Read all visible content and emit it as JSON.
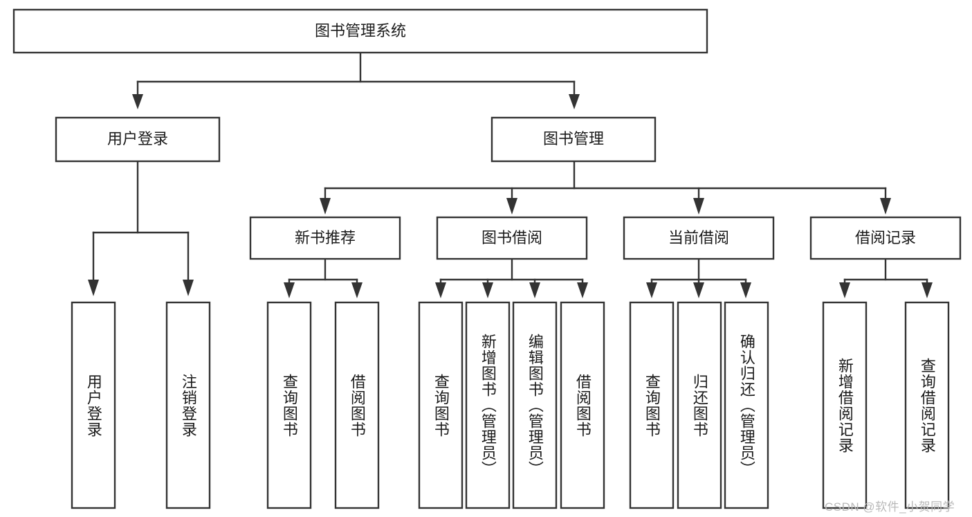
{
  "diagram": {
    "title_node": {
      "label": "图书管理系统"
    },
    "level2": [
      {
        "id": "user-login",
        "label": "用户登录"
      },
      {
        "id": "book-management",
        "label": "图书管理"
      }
    ],
    "level3": [
      {
        "id": "new-book-recommend",
        "label": "新书推荐"
      },
      {
        "id": "book-borrow",
        "label": "图书借阅"
      },
      {
        "id": "current-borrow",
        "label": "当前借阅"
      },
      {
        "id": "borrow-record",
        "label": "借阅记录"
      }
    ],
    "leaves": [
      {
        "id": "leaf-user-login",
        "label": "用户登录",
        "parent": "user-login"
      },
      {
        "id": "leaf-logout-login",
        "label": "注销登录",
        "parent": "user-login"
      },
      {
        "id": "leaf-query-book-1",
        "label": "查询图书",
        "parent": "new-book-recommend"
      },
      {
        "id": "leaf-borrow-book-1",
        "label": "借阅图书",
        "parent": "new-book-recommend"
      },
      {
        "id": "leaf-query-book-2",
        "label": "查询图书",
        "parent": "book-borrow"
      },
      {
        "id": "leaf-add-book",
        "label": "新增图书（管理员）",
        "parent": "book-borrow"
      },
      {
        "id": "leaf-edit-book",
        "label": "编辑图书（管理员）",
        "parent": "book-borrow"
      },
      {
        "id": "leaf-borrow-book-2",
        "label": "借阅图书",
        "parent": "book-borrow"
      },
      {
        "id": "leaf-query-book-3",
        "label": "查询图书",
        "parent": "current-borrow"
      },
      {
        "id": "leaf-return-book",
        "label": "归还图书",
        "parent": "current-borrow"
      },
      {
        "id": "leaf-confirm-return",
        "label": "确认归还（管理员）",
        "parent": "current-borrow"
      },
      {
        "id": "leaf-add-record",
        "label": "新增借阅记录",
        "parent": "borrow-record"
      },
      {
        "id": "leaf-query-record",
        "label": "查询借阅记录",
        "parent": "borrow-record"
      }
    ]
  },
  "watermark": {
    "text": "CSDN @软件_小贺同学"
  },
  "colors": {
    "stroke": "#333333",
    "box_fill": "#ffffff",
    "text": "#1a1a1a",
    "watermark": "#b9b9b9",
    "background": "#ffffff"
  }
}
